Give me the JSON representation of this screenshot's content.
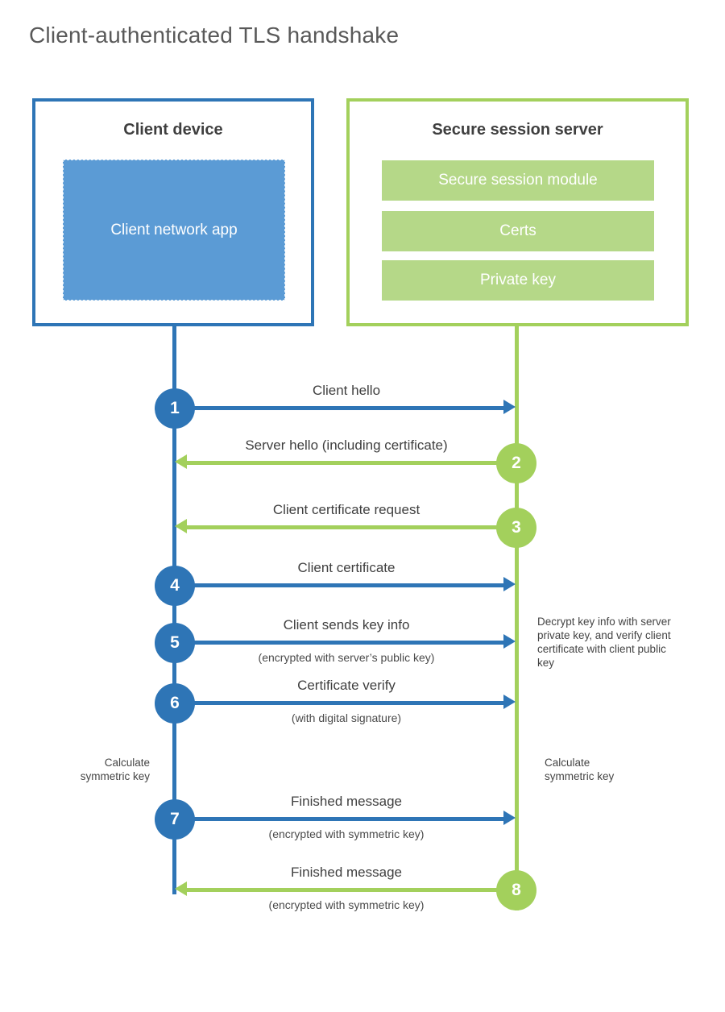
{
  "title": "Client-authenticated TLS handshake",
  "client": {
    "header": "Client device",
    "app_label": "Client network app"
  },
  "server": {
    "header": "Secure session server",
    "modules": [
      "Secure session module",
      "Certs",
      "Private key"
    ]
  },
  "steps": [
    {
      "number": "1",
      "label": "Client hello",
      "direction": "right",
      "actor": "client"
    },
    {
      "number": "2",
      "label": "Server hello (including certificate)",
      "direction": "left",
      "actor": "server"
    },
    {
      "number": "3",
      "label": "Client certificate request",
      "direction": "left",
      "actor": "server"
    },
    {
      "number": "4",
      "label": "Client certificate",
      "direction": "right",
      "actor": "client"
    },
    {
      "number": "5",
      "label": "Client sends key info",
      "sublabel": "(encrypted with server’s public key)",
      "direction": "right",
      "actor": "client"
    },
    {
      "number": "6",
      "label": "Certificate verify",
      "sublabel": "(with digital signature)",
      "direction": "right",
      "actor": "client"
    },
    {
      "number": "7",
      "label": "Finished message",
      "sublabel": "(encrypted with symmetric key)",
      "direction": "right",
      "actor": "client"
    },
    {
      "number": "8",
      "label": "Finished message",
      "sublabel": "(encrypted with symmetric key)",
      "direction": "left",
      "actor": "server"
    }
  ],
  "notes": {
    "decrypt": "Decrypt key info with server private key, and verify client certificate with client public key",
    "calc_left": "Calculate symmetric key",
    "calc_right": "Calculate symmetric key"
  },
  "colors": {
    "client_blue": "#2e75b6",
    "app_fill_blue": "#5b9bd5",
    "server_green": "#a3d05c",
    "module_fill_green": "#b5d888"
  }
}
